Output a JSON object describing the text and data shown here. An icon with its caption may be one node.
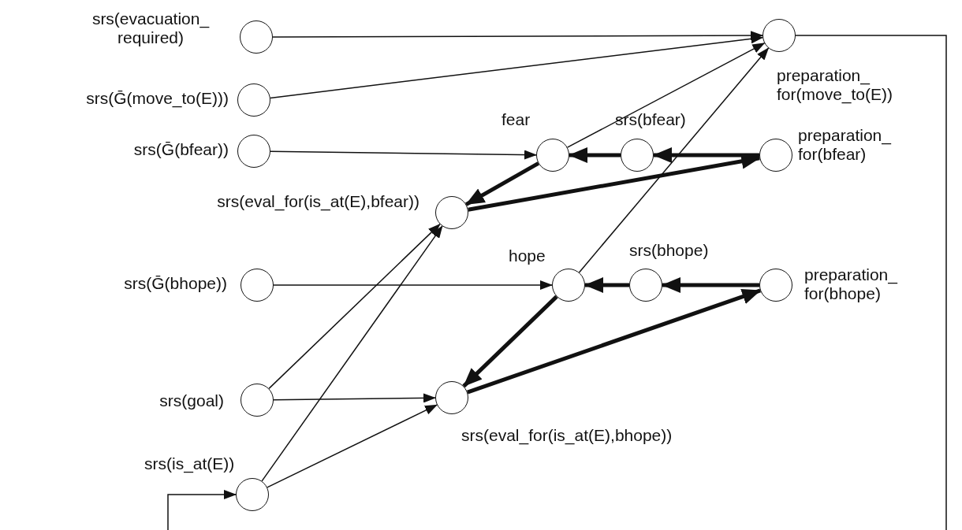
{
  "diagram": {
    "nodes": [
      {
        "text": [
          "srs(evacuation_ required)"
        ]
      },
      {
        "text": [
          "srs(Ḡ(move_to(E)))"
        ]
      },
      {
        "text": [
          "srs(Ḡ(bfear))"
        ]
      },
      {
        "text": [
          "preparation_ for(move_to(E))"
        ]
      },
      {
        "text": [
          "fear"
        ]
      },
      {
        "text": [
          "srs(bfear)"
        ]
      },
      {
        "text": [
          "preparation_ for(bfear)"
        ]
      },
      {
        "text": [
          "srs(eval_for(is_at(E),bfear))"
        ]
      },
      {
        "text": [
          "hope"
        ]
      },
      {
        "text": [
          "srs(bhope)"
        ]
      },
      {
        "text": [
          "preparation_ for(bhope)"
        ]
      },
      {
        "text": [
          "srs(Ḡ(bhope))"
        ]
      },
      {
        "text": [
          "srs(goal)"
        ]
      },
      {
        "text": [
          "srs(eval_for(is_at(E),bhope))"
        ]
      },
      {
        "text": [
          "srs(is_at(E))"
        ]
      }
    ],
    "edges": [
      {
        "from": 0,
        "to": 3,
        "arrow": "to"
      },
      {
        "from": 1,
        "to": 3,
        "arrow": "to"
      },
      {
        "from": 4,
        "to": 3,
        "arrow": "to"
      },
      {
        "from": 8,
        "to": 3,
        "arrow": "to"
      },
      {
        "from": 2,
        "to": 4,
        "arrow": "to"
      },
      {
        "from": 5,
        "to": 4,
        "arrow": "to",
        "style": "thick"
      },
      {
        "from": 6,
        "to": 5,
        "arrow": "to",
        "style": "thick"
      },
      {
        "from": 4,
        "to": 7,
        "arrow": "to",
        "style": "thick"
      },
      {
        "from": 7,
        "to": 6,
        "arrow": "to",
        "style": "thick"
      },
      {
        "from": 12,
        "to": 7,
        "arrow": "to"
      },
      {
        "from": 14,
        "to": 7,
        "arrow": "to"
      },
      {
        "from": 11,
        "to": 8,
        "arrow": "to"
      },
      {
        "from": 9,
        "to": 8,
        "arrow": "to",
        "style": "thick"
      },
      {
        "from": 10,
        "to": 9,
        "arrow": "to",
        "style": "thick"
      },
      {
        "from": 8,
        "to": 13,
        "arrow": "to",
        "style": "thick"
      },
      {
        "from": 13,
        "to": 10,
        "arrow": "to",
        "style": "thick"
      },
      {
        "from": 12,
        "to": 13,
        "arrow": "to"
      },
      {
        "from": 14,
        "to": 13,
        "arrow": "to"
      },
      {
        "from": 3,
        "to": null,
        "arrow": "none"
      },
      {
        "from": null,
        "to": 14,
        "arrow": "to"
      }
    ]
  }
}
